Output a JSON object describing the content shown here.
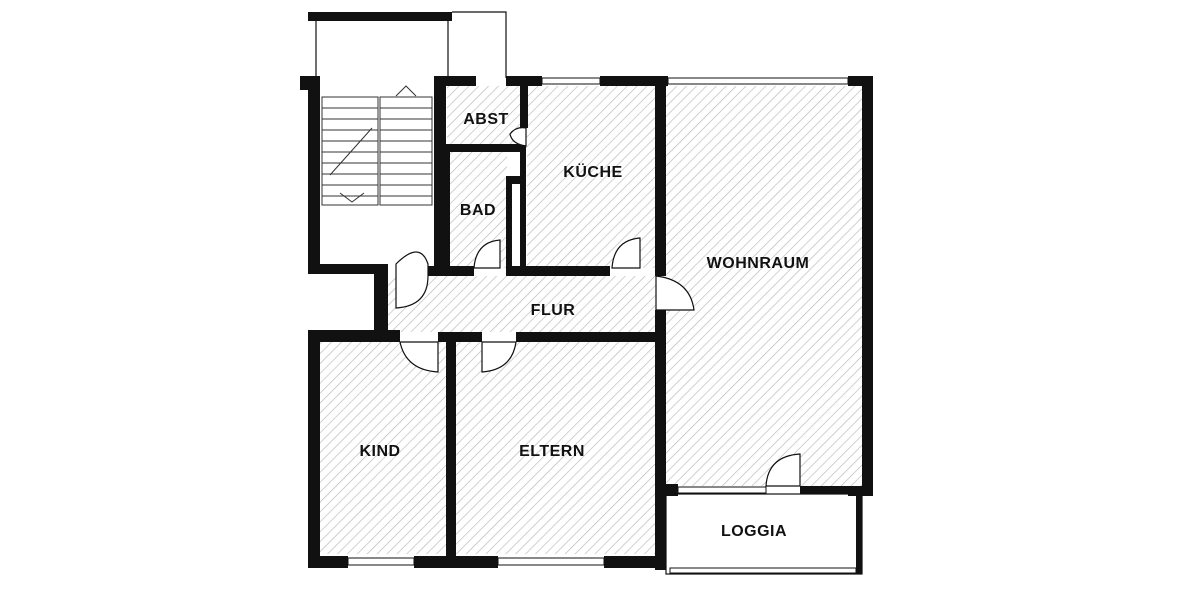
{
  "rooms": {
    "abst": "ABST",
    "bad": "BAD",
    "kueche": "KÜCHE",
    "wohnraum": "WOHNRAUM",
    "flur": "FLUR",
    "kind": "KIND",
    "eltern": "ELTERN",
    "loggia": "LOGGIA"
  },
  "colors": {
    "wall": "#111111",
    "hatch": "#b8b8b8",
    "background": "#ffffff"
  }
}
